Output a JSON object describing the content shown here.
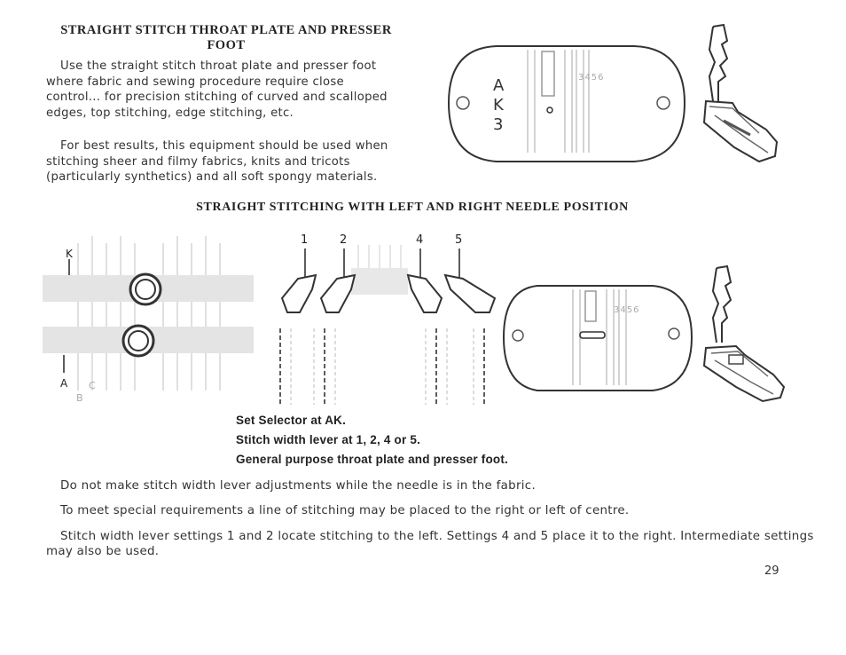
{
  "section1": {
    "title": "STRAIGHT STITCH THROAT PLATE AND PRESSER FOOT",
    "para1": "Use the straight stitch throat plate and presser foot where fabric and sewing procedure require close control... for precision stitching of curved and scalloped edges, top stitching, edge stitching, etc.",
    "para2": "For best results, this equipment should be used when stitching sheer and filmy fabrics, knits and tricots (particularly synthetics) and all soft spongy materials."
  },
  "plate1": {
    "letters": [
      "A",
      "K",
      "3"
    ],
    "part_number": "3456"
  },
  "section2": {
    "title": "STRAIGHT STITCHING WITH LEFT AND RIGHT NEEDLE POSITION"
  },
  "selector": {
    "top_label": "K",
    "bottom_labels": [
      "A",
      "B",
      "C"
    ]
  },
  "needle_positions": [
    "1",
    "2",
    "4",
    "5"
  ],
  "plate2": {
    "part_number": "3456"
  },
  "instructions": [
    "Set Selector at AK.",
    "Stitch width lever at 1, 2, 4 or 5.",
    "General purpose throat plate and presser foot."
  ],
  "body": [
    "Do not make stitch width lever adjustments while the needle is in the fabric.",
    "To meet special requirements a line of stitching may be placed to the right or left of centre.",
    "Stitch width lever settings 1 and 2 locate stitching to the left. Settings 4 and 5 place it to the right. Intermediate settings may also be used."
  ],
  "page_number": "29"
}
